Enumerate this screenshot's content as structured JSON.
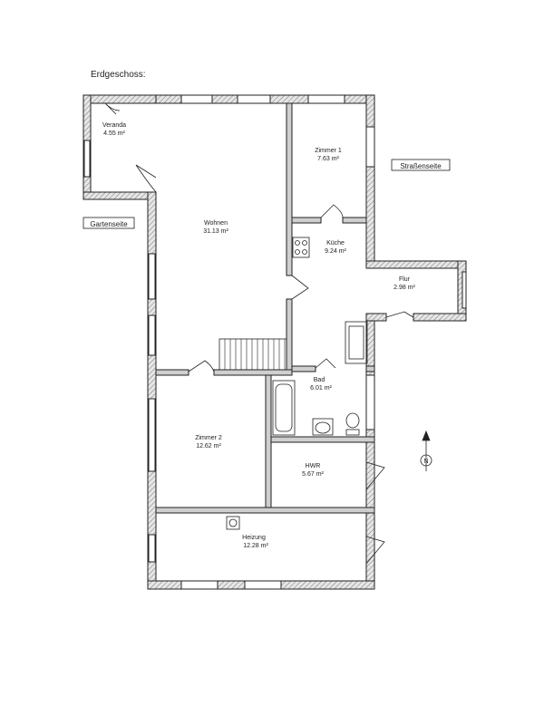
{
  "floor_title": "Erdgeschoss:",
  "sides": {
    "garden": "Gartenseite",
    "street": "Straßenseite"
  },
  "compass": {
    "north_label": "N"
  },
  "rooms": [
    {
      "id": "veranda",
      "name": "Veranda",
      "area": "4.55 m²"
    },
    {
      "id": "wohnen",
      "name": "Wohnen",
      "area": "31.13 m²"
    },
    {
      "id": "zimmer1",
      "name": "Zimmer 1",
      "area": "7.63 m²"
    },
    {
      "id": "kueche",
      "name": "Küche",
      "area": "9.24 m²"
    },
    {
      "id": "flur",
      "name": "Flur",
      "area": "2.98 m²"
    },
    {
      "id": "bad",
      "name": "Bad",
      "area": "6.01 m²"
    },
    {
      "id": "zimmer2",
      "name": "Zimmer 2",
      "area": "12.62 m²"
    },
    {
      "id": "hwr",
      "name": "HWR",
      "area": "5.67 m²"
    },
    {
      "id": "heizung",
      "name": "Heizung",
      "area": "12.28 m²"
    }
  ],
  "colors": {
    "wall_fill": "#dcdcdc",
    "wall_stroke": "#222222",
    "paper": "#ffffff"
  }
}
